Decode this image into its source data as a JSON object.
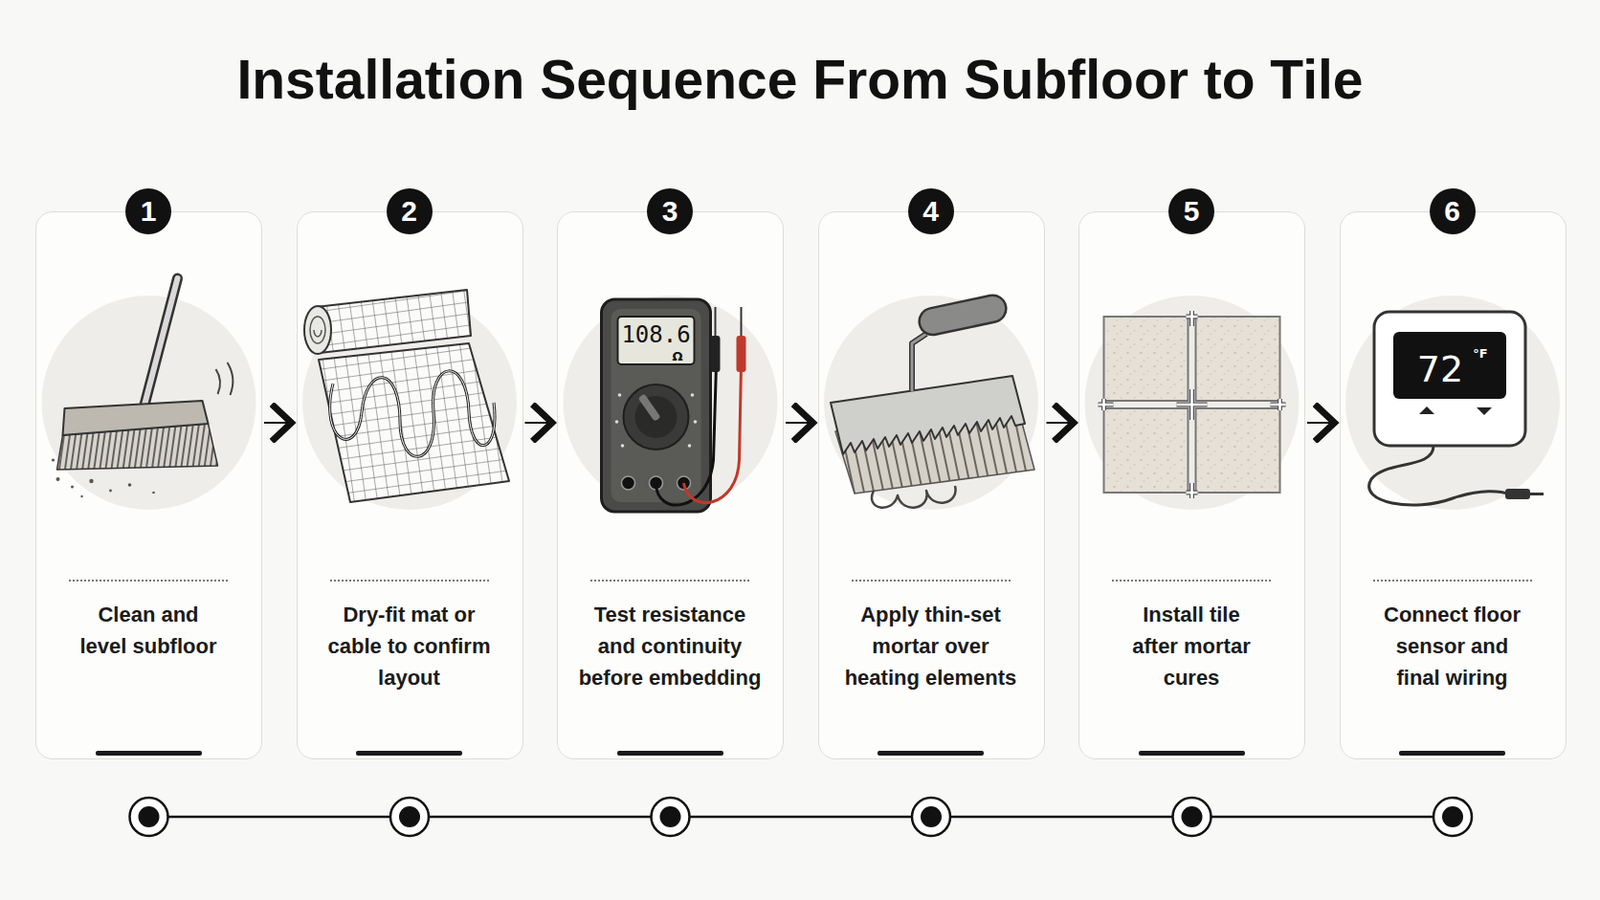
{
  "diagram": {
    "title": "Installation Sequence From Subfloor to Tile",
    "nodes": [
      {
        "text": [
          "1",
          "Clean and level subfloor"
        ]
      },
      {
        "text": [
          "2",
          "Dry-fit mat or cable to confirm layout"
        ]
      },
      {
        "text": [
          "3",
          "Test resistance and continuity before embedding"
        ]
      },
      {
        "text": [
          "4",
          "Apply thin-set mortar over heating elements"
        ]
      },
      {
        "text": [
          "5",
          "Install tile after mortar cures"
        ]
      },
      {
        "text": [
          "6",
          "Connect floor sensor and final wiring"
        ]
      }
    ],
    "edges": [
      {
        "from": 0,
        "to": 1,
        "arrow": "to"
      },
      {
        "from": 1,
        "to": 2,
        "arrow": "to"
      },
      {
        "from": 2,
        "to": 3,
        "arrow": "to"
      },
      {
        "from": 3,
        "to": 4,
        "arrow": "to"
      },
      {
        "from": 4,
        "to": 5,
        "arrow": "to"
      }
    ],
    "labels": [
      "108.6",
      "Ω",
      "72",
      "°F"
    ]
  }
}
